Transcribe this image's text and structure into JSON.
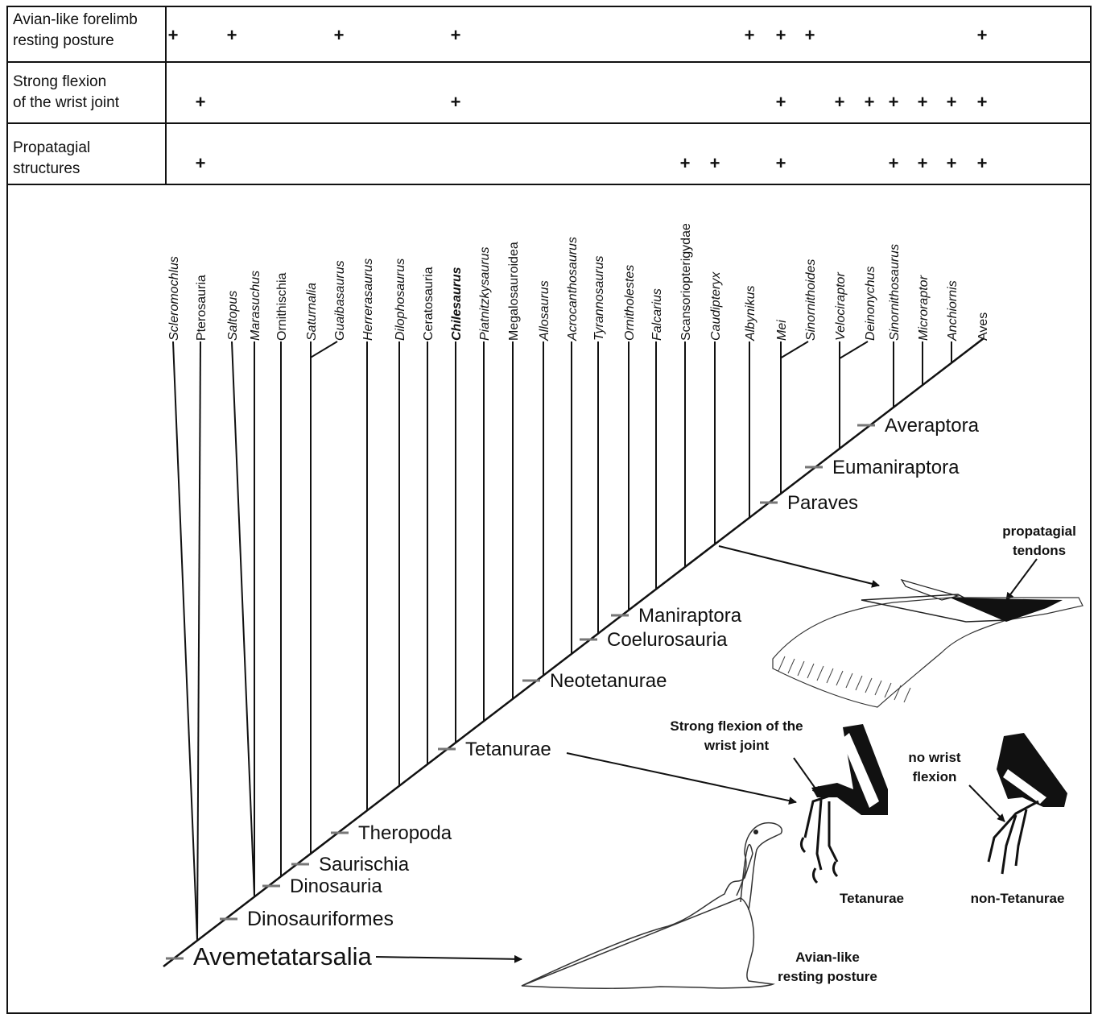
{
  "table": {
    "rows": [
      {
        "label_lines": [
          "Avian-like forelimb",
          "resting posture"
        ],
        "marks": [
          "Scleromochlus",
          "Saltopus",
          "Guaibasaurus",
          "Chilesaurus",
          "Albynikus",
          "Mei",
          "Sinornithoides",
          "Aves"
        ]
      },
      {
        "label_lines": [
          "Strong flexion",
          "of the wrist joint"
        ],
        "marks": [
          "Pterosauria",
          "Chilesaurus",
          "Mei",
          "Velociraptor",
          "Deinonychus",
          "Sinornithosaurus",
          "Microraptor",
          "Anchiornis",
          "Aves"
        ]
      },
      {
        "label_lines": [
          "Propatagial",
          "structures"
        ],
        "marks": [
          "Pterosauria",
          "Scansoriopterigydae",
          "Caudipteryx",
          "Mei",
          "Sinornithosaurus",
          "Microraptor",
          "Anchiornis",
          "Aves"
        ]
      }
    ],
    "mark_symbol": "+"
  },
  "taxa": [
    {
      "name": "Scleromochlus",
      "italic": true,
      "bold": false
    },
    {
      "name": "Pterosauria",
      "italic": false,
      "bold": false
    },
    {
      "name": "Saltopus",
      "italic": true,
      "bold": false
    },
    {
      "name": "Marasuchus",
      "italic": true,
      "bold": false
    },
    {
      "name": "Ornithischia",
      "italic": false,
      "bold": false
    },
    {
      "name": "Saturnalia",
      "italic": true,
      "bold": false
    },
    {
      "name": "Guaibasaurus",
      "italic": true,
      "bold": false
    },
    {
      "name": "Herrerasaurus",
      "italic": true,
      "bold": false
    },
    {
      "name": "Dilophosaurus",
      "italic": true,
      "bold": false
    },
    {
      "name": "Ceratosauria",
      "italic": false,
      "bold": false
    },
    {
      "name": "Chilesaurus",
      "italic": true,
      "bold": true
    },
    {
      "name": "Piatnitzkysaurus",
      "italic": true,
      "bold": false
    },
    {
      "name": "Megalosauroidea",
      "italic": false,
      "bold": false
    },
    {
      "name": "Allosaurus",
      "italic": true,
      "bold": false
    },
    {
      "name": "Acrocanthosaurus",
      "italic": true,
      "bold": false
    },
    {
      "name": "Tyrannosaurus",
      "italic": true,
      "bold": false
    },
    {
      "name": "Ornitholestes",
      "italic": true,
      "bold": false
    },
    {
      "name": "Falcarius",
      "italic": true,
      "bold": false
    },
    {
      "name": "Scansoriopterigydae",
      "italic": false,
      "bold": false
    },
    {
      "name": "Caudipteryx",
      "italic": true,
      "bold": false
    },
    {
      "name": "Albynikus",
      "italic": true,
      "bold": false
    },
    {
      "name": "Mei",
      "italic": true,
      "bold": false
    },
    {
      "name": "Sinornithoides",
      "italic": true,
      "bold": false
    },
    {
      "name": "Velociraptor",
      "italic": true,
      "bold": false
    },
    {
      "name": "Deinonychus",
      "italic": true,
      "bold": false
    },
    {
      "name": "Sinornithosaurus",
      "italic": true,
      "bold": false
    },
    {
      "name": "Microraptor",
      "italic": true,
      "bold": false
    },
    {
      "name": "Anchiornis",
      "italic": true,
      "bold": false
    },
    {
      "name": "Aves",
      "italic": false,
      "bold": false
    }
  ],
  "clades": [
    "Avemetatarsalia",
    "Dinosauriformes",
    "Dinosauria",
    "Saurischia",
    "Theropoda",
    "Tetanurae",
    "Neotetanurae",
    "Coelurosauria",
    "Maniraptora",
    "Paraves",
    "Eumaniraptora",
    "Averaptora"
  ],
  "annotations": {
    "propatagial": [
      "propatagial",
      "tendons"
    ],
    "strong_flexion": [
      "Strong flexion of the",
      "wrist joint"
    ],
    "no_flexion": [
      "no wrist",
      "flexion"
    ],
    "tetanurae_caption": "Tetanurae",
    "non_tetanurae_caption": "non-Tetanurae",
    "resting": [
      "Avian-like",
      "resting posture"
    ]
  }
}
